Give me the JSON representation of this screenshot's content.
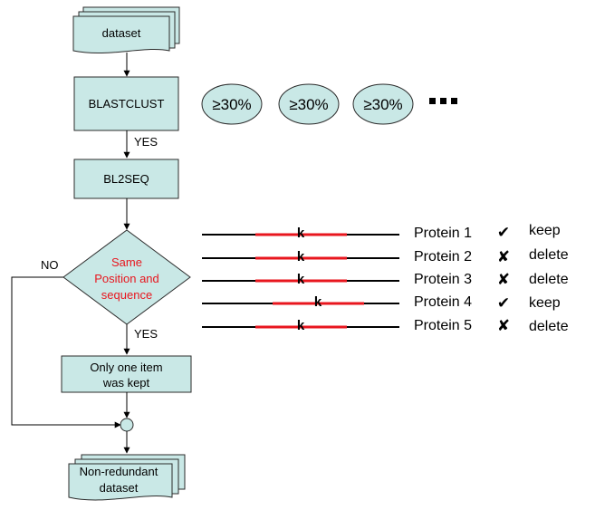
{
  "colors": {
    "node_fill": "#c9e8e6",
    "node_stroke": "#2b2b2b",
    "segment_red": "#e8161e",
    "line_black": "#000000"
  },
  "flow": {
    "dataset": "dataset",
    "blastclust": "BLASTCLUST",
    "yes_1": "YES",
    "bl2seq": "BL2SEQ",
    "decision_line1": "Same",
    "decision_line2": "Position and",
    "decision_line3": "sequence",
    "no": "NO",
    "yes_2": "YES",
    "kept_line1": "Only one item",
    "kept_line2": "was kept",
    "nr_line1": "Non-redundant",
    "nr_line2": "dataset"
  },
  "clusters": {
    "ovals": [
      "≥30%",
      "≥30%",
      "≥30%"
    ],
    "ellipsis": "▪▪▪"
  },
  "proteins": [
    {
      "name": "Protein 1",
      "site": "k",
      "mark": "✔",
      "action": "keep"
    },
    {
      "name": "Protein 2",
      "site": "k",
      "mark": "✘",
      "action": "delete"
    },
    {
      "name": "Protein 3",
      "site": "k",
      "mark": "✘",
      "action": "delete"
    },
    {
      "name": "Protein 4",
      "site": "k",
      "mark": "✔",
      "action": "keep"
    },
    {
      "name": "Protein 5",
      "site": "k",
      "mark": "✘",
      "action": "delete"
    }
  ]
}
